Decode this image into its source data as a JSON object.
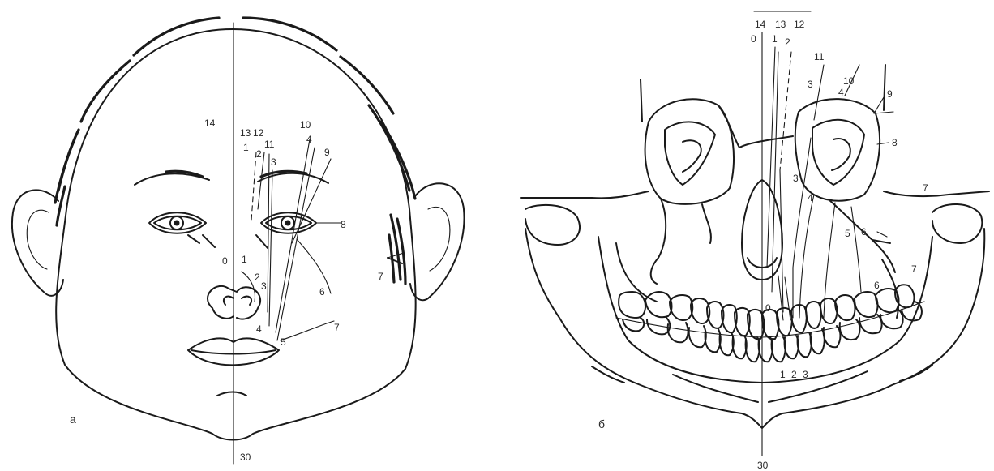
{
  "panel_a": {
    "letter": "а",
    "line_labels": {
      "l14": "14",
      "l13": "13",
      "l12": "12",
      "l11": "11",
      "l10": "10",
      "l9": "9",
      "l8": "8",
      "l7": "7",
      "l7b": "7",
      "l6": "6",
      "l5": "5",
      "l4": "4",
      "l4b": "4",
      "l3": "3",
      "l3b": "3",
      "l2": "2",
      "l2b": "2",
      "l1": "1",
      "l1b": "1",
      "l0": "0",
      "l30": "30"
    }
  },
  "panel_b": {
    "letter": "б",
    "line_labels": {
      "l14": "14",
      "l13": "13",
      "l12": "12",
      "l0": "0",
      "l1": "1",
      "l2": "2",
      "l11": "11",
      "l10": "10",
      "l9": "9",
      "l8": "8",
      "l7": "7",
      "l7b": "7",
      "l6": "6",
      "l6b": "6",
      "l5": "5",
      "l4": "4",
      "l4b": "4",
      "l3": "3",
      "l3b": "3",
      "l0b": "0",
      "l1b": "1",
      "l2b": "2",
      "l3c": "3",
      "l30": "30"
    }
  }
}
